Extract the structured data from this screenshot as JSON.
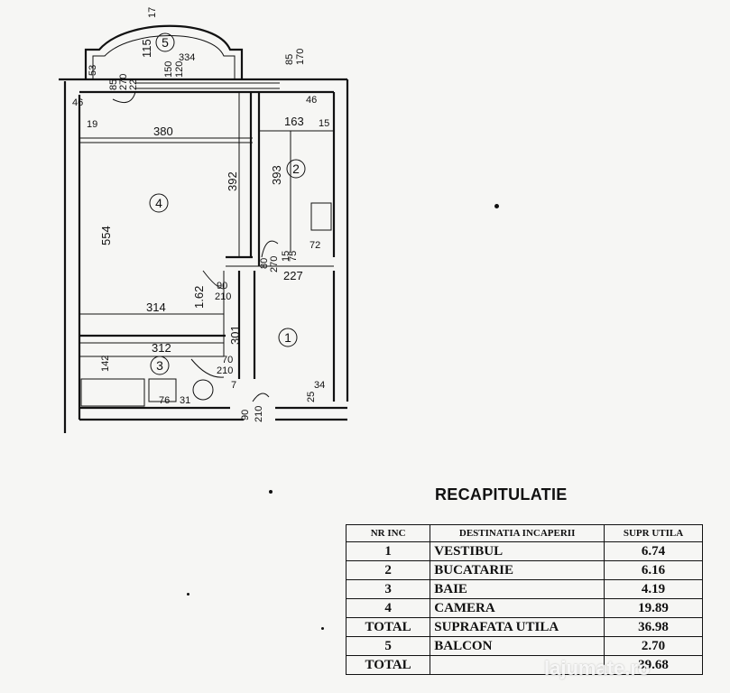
{
  "plan": {
    "rooms": [
      {
        "id": "4",
        "label": "4"
      },
      {
        "id": "2",
        "label": "2"
      },
      {
        "id": "1",
        "label": "1"
      },
      {
        "id": "3",
        "label": "3"
      },
      {
        "id": "5",
        "label": "5"
      }
    ],
    "dimensions": {
      "d380": "380",
      "d392": "392",
      "d554": "554",
      "d314": "314",
      "d162": "1.62",
      "d393": "393",
      "d163": "163",
      "d227": "227",
      "d301": "301",
      "d312": "312",
      "d142": "142",
      "d76": "76",
      "d31": "31",
      "d115": "115",
      "d334": "334",
      "d53": "53",
      "d46a": "46",
      "d19": "19",
      "d15": "15",
      "d46b": "46",
      "d72": "72",
      "d34": "34",
      "d25": "25",
      "d17": "17",
      "d15b": "15",
      "d7": "7",
      "d85a": "85",
      "d270a": "270",
      "d22": "22",
      "d150": "150",
      "d120": "120",
      "d85b": "85",
      "d170": "170",
      "d80": "80",
      "d270b": "270",
      "d75": "75",
      "d90a": "90",
      "d210a": "210",
      "d70": "70",
      "d210b": "210",
      "d90b": "90",
      "d210c": "210"
    }
  },
  "recap": {
    "title": "RECAPITULATIE",
    "headers": [
      "NR INC",
      "DESTINATIA INCAPERII",
      "SUPR UTILA"
    ],
    "rows": [
      [
        "1",
        "VESTIBUL",
        "6.74"
      ],
      [
        "2",
        "BUCATARIE",
        "6.16"
      ],
      [
        "3",
        "BAIE",
        "4.19"
      ],
      [
        "4",
        "CAMERA",
        "19.89"
      ],
      [
        "TOTAL",
        "SUPRAFATA UTILA",
        "36.98"
      ],
      [
        "5",
        "BALCON",
        "2.70"
      ],
      [
        "TOTAL",
        "",
        "39.68"
      ]
    ]
  },
  "watermark": "lajumate.ro"
}
